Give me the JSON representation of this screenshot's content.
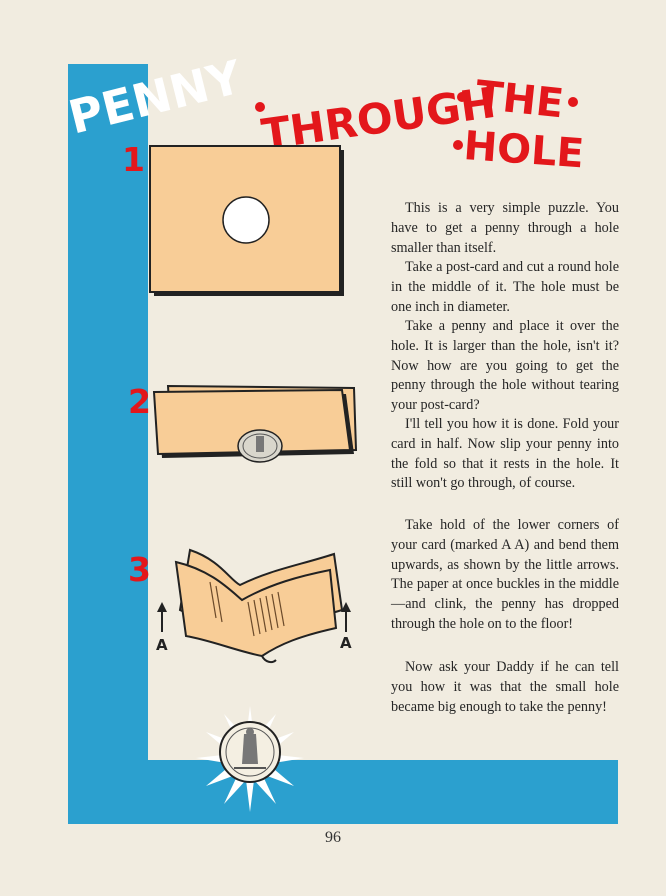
{
  "title": {
    "word1": "PENNY",
    "word2": "THROUGH",
    "word3": "THE",
    "word4": "HOLE"
  },
  "steps": [
    {
      "number": "1"
    },
    {
      "number": "2"
    },
    {
      "number": "3",
      "arrow_labels": [
        "A",
        "A"
      ]
    }
  ],
  "paragraphs": [
    "This is a very simple puzzle. You have to get a penny through a hole smaller than itself.",
    "Take a post-card and cut a round hole in the middle of it. The hole must be one inch in diameter.",
    "Take a penny and place it over the hole. It is larger than the hole, isn't it? Now how are you going to get the penny through the hole without tearing your post-card?",
    "I'll tell you how it is done. Fold your card in half. Now slip your penny into the fold so that it rests in the hole. It still won't go through, of course.",
    "Take hold of the lower corners of your card (marked A A) and bend them upwards, as shown by the little arrows. The paper at once buckles in the middle—and clink, the penny has dropped through the hole on to the floor!",
    "Now ask your Daddy if he can tell you how it was that the small hole became big enough to take the penny!"
  ],
  "page_number": "96",
  "colors": {
    "blue": "#2ba0cf",
    "red": "#e3171b",
    "card": "#f8cd97",
    "paper": "#f1ece0"
  }
}
